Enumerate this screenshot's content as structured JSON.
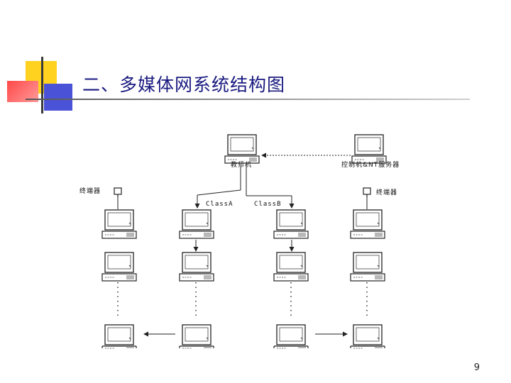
{
  "slide": {
    "title": "二、多媒体网系统结构图",
    "page_number": "9"
  },
  "colors": {
    "deco_yellow": "#ffd21f",
    "deco_red": "#ff5a5a",
    "deco_blue": "#4a52d8",
    "title_text": "#1a1a80"
  },
  "diagram": {
    "teacher_label": "教师机",
    "server_label": "控制机&NT服务器",
    "terminal_left_label": "终端器",
    "terminal_right_label": "终端器",
    "class_a_label": "ClassA",
    "class_b_label": "ClassB"
  }
}
